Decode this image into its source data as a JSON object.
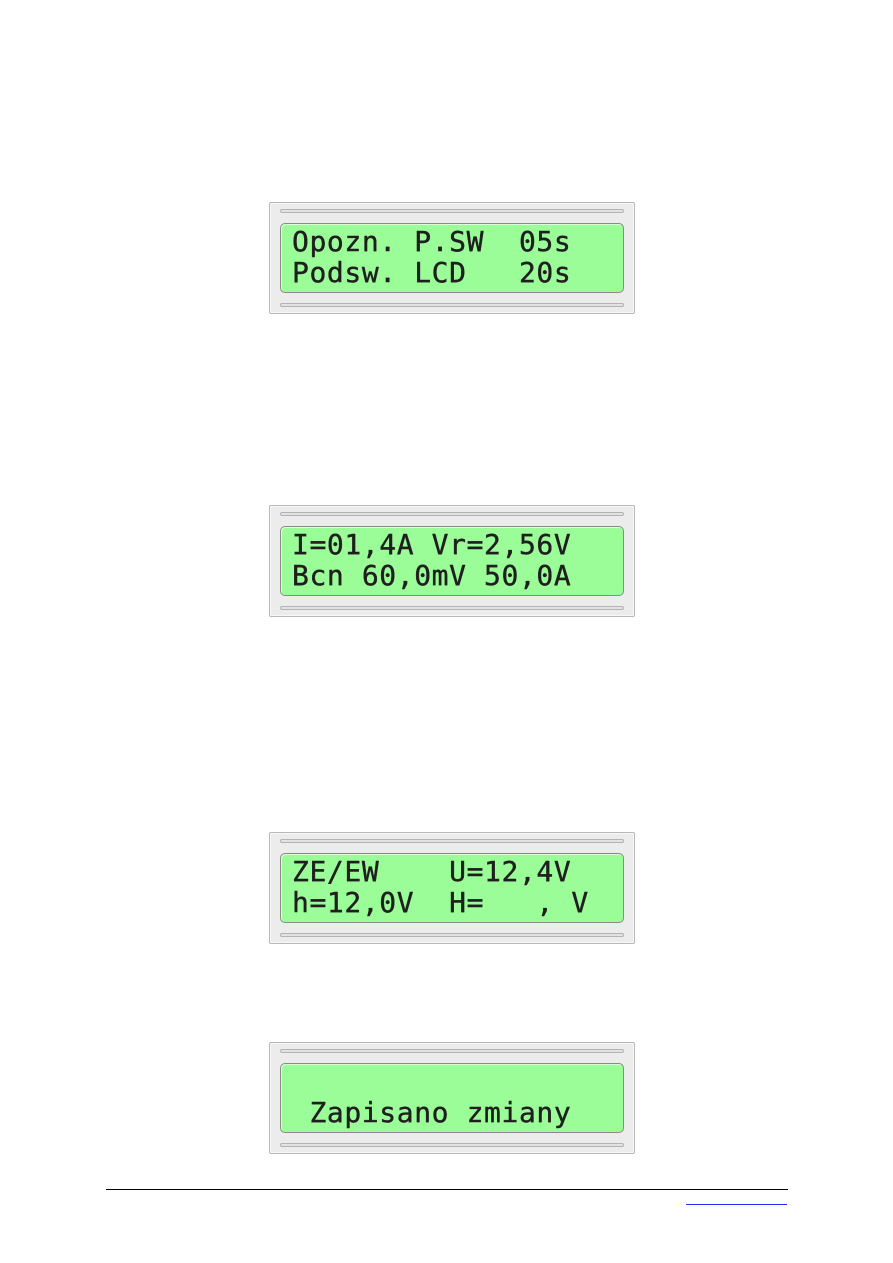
{
  "displays": [
    {
      "line1": "Opozn. P.SW  05s",
      "line2": "Podsw. LCD   20s"
    },
    {
      "line1": "I=01,4A Vr=2,56V",
      "line2": "Bcn 60,0mV 50,0A"
    },
    {
      "line1": "ZE/EW    U=12,4V",
      "line2": "h=12,0V  H=   , V"
    },
    {
      "line1": "",
      "line2": " Zapisano zmiany"
    }
  ]
}
